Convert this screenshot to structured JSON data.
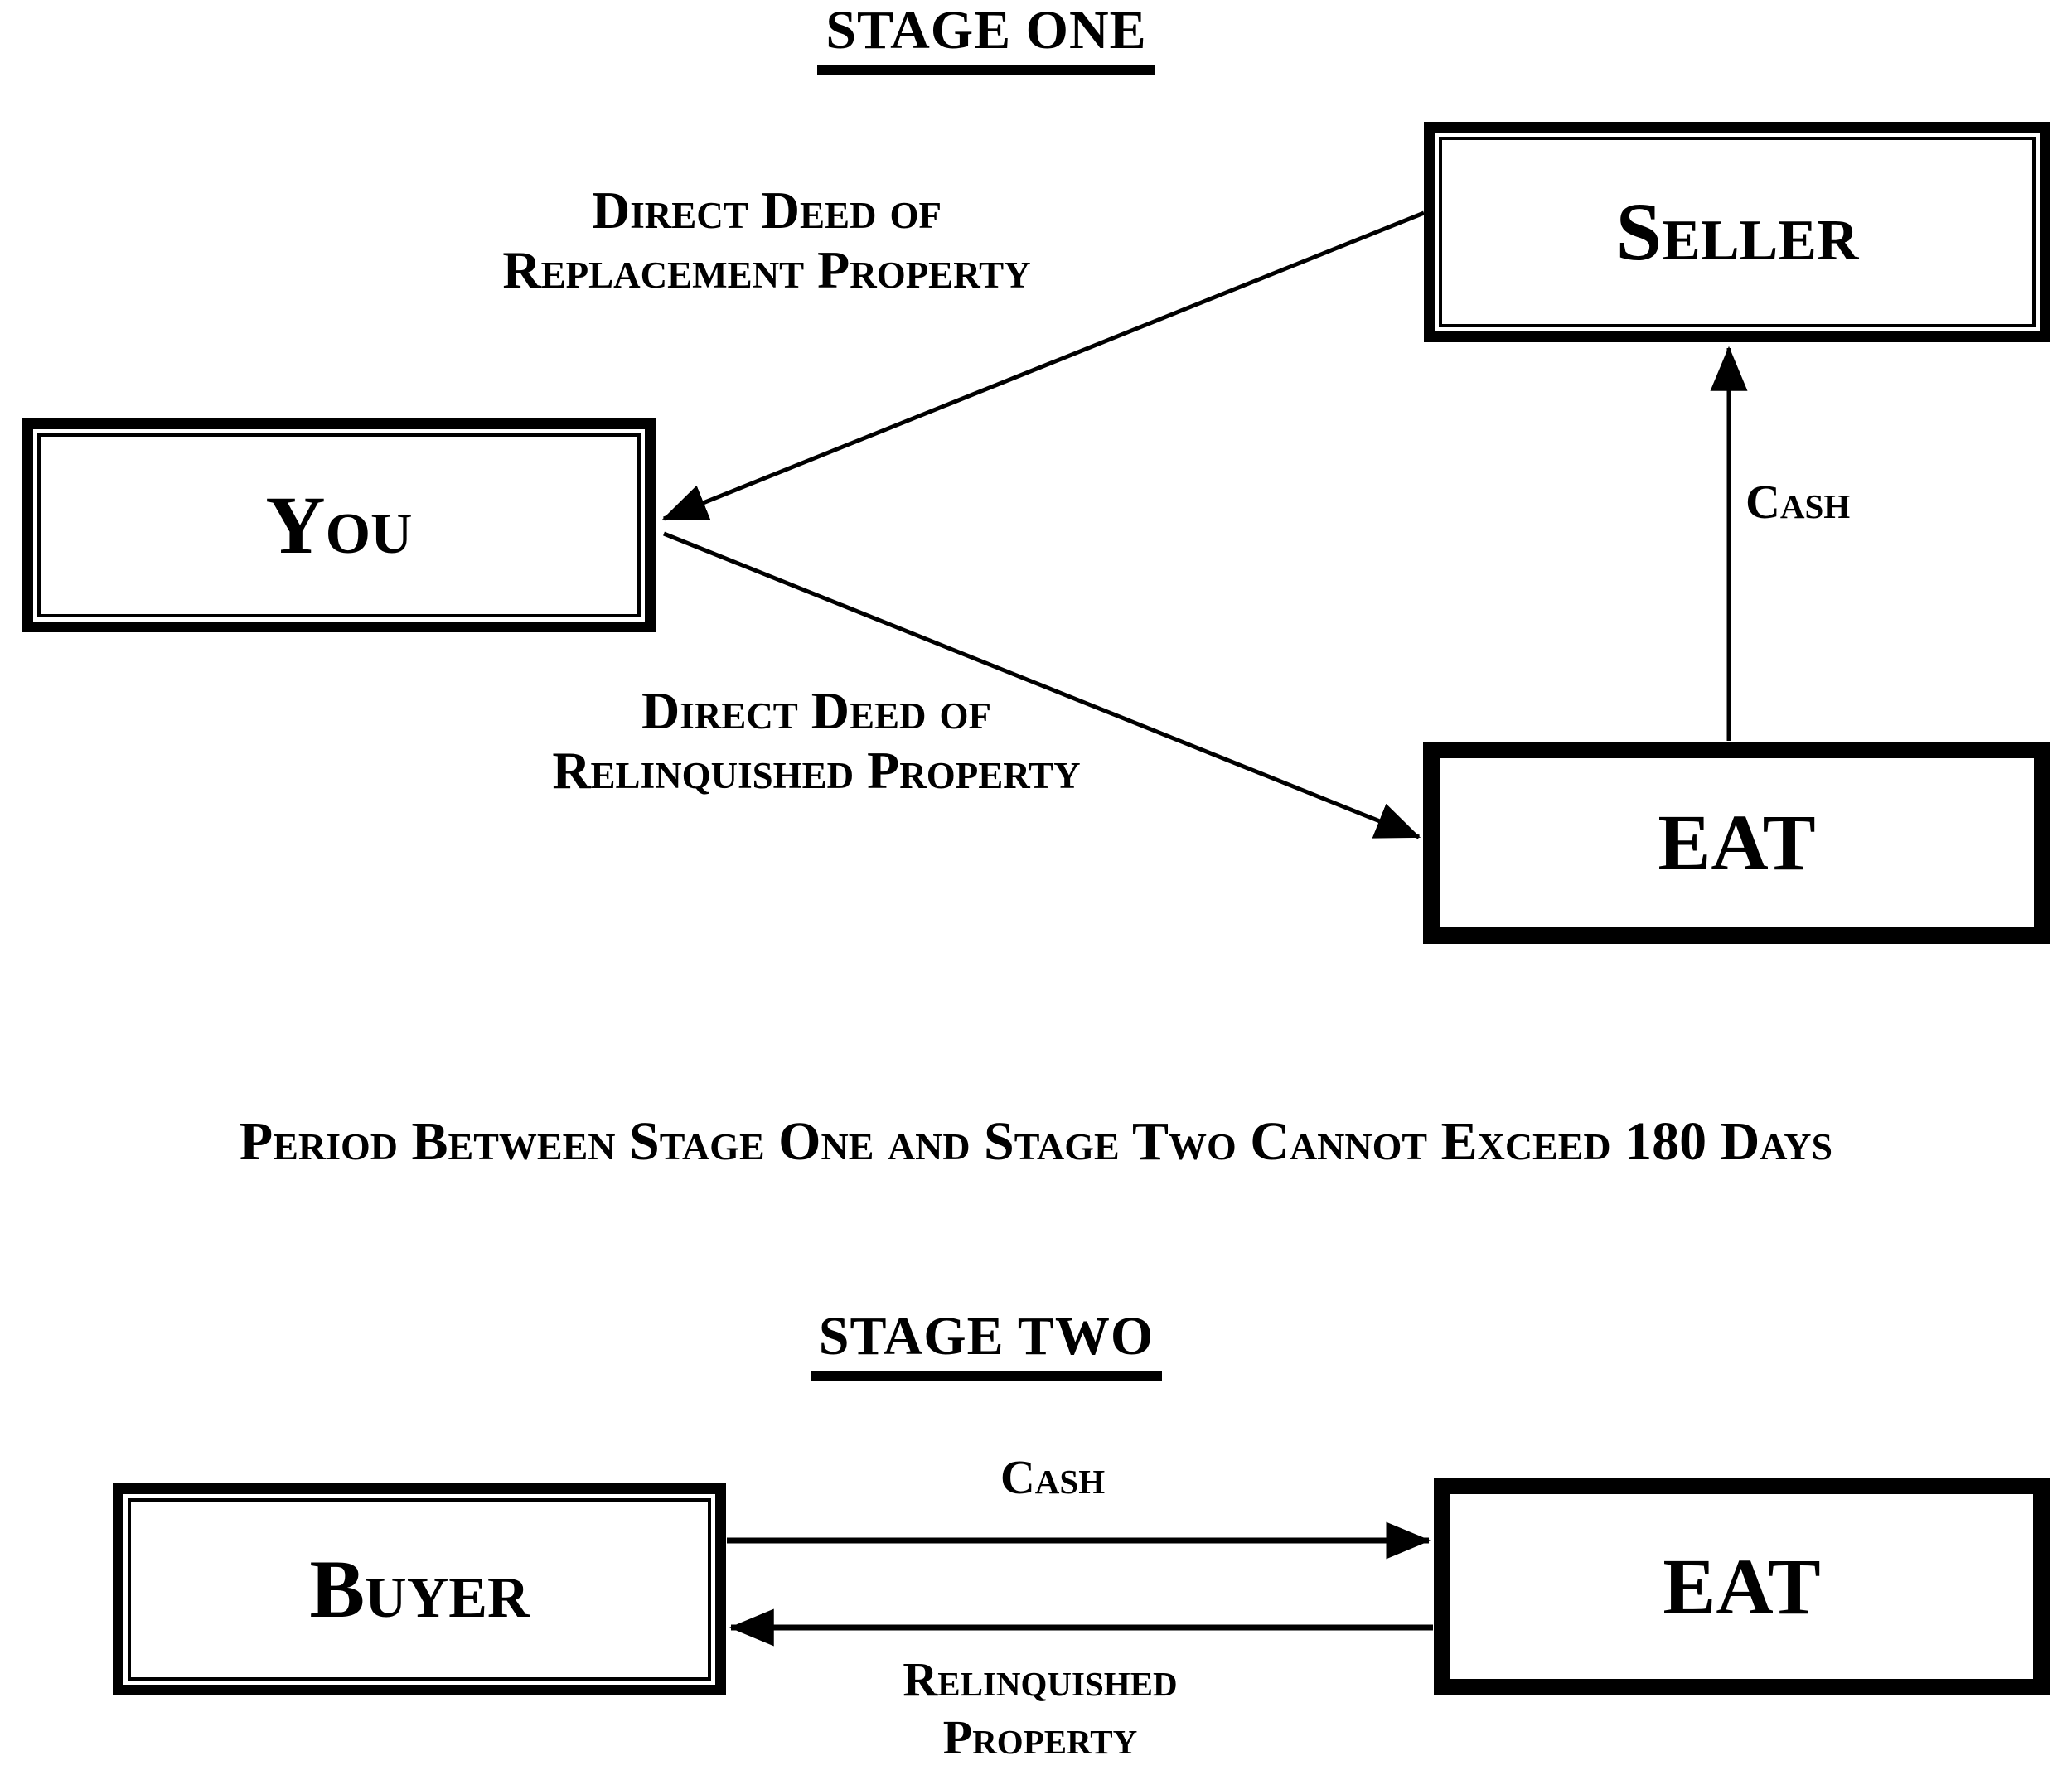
{
  "colors": {
    "ink": "#000000",
    "background": "#ffffff"
  },
  "stage_one": {
    "title": "STAGE ONE",
    "seller_label": "Seller",
    "you_label": "You",
    "eat_label": "EAT",
    "replacement_deed": {
      "line1": "Direct Deed of",
      "line2": "Replacement Property"
    },
    "relinquished_deed": {
      "line1": "Direct Deed of",
      "line2": "Relinquished Property"
    },
    "cash_label": "Cash"
  },
  "between_note": "Period Between Stage One and Stage Two Cannot Exceed 180 Days",
  "stage_two": {
    "title": "STAGE TWO",
    "buyer_label": "Buyer",
    "eat_label": "EAT",
    "cash_label": "Cash",
    "relinquished_property": {
      "line1": "Relinquished",
      "line2": "Property"
    }
  }
}
